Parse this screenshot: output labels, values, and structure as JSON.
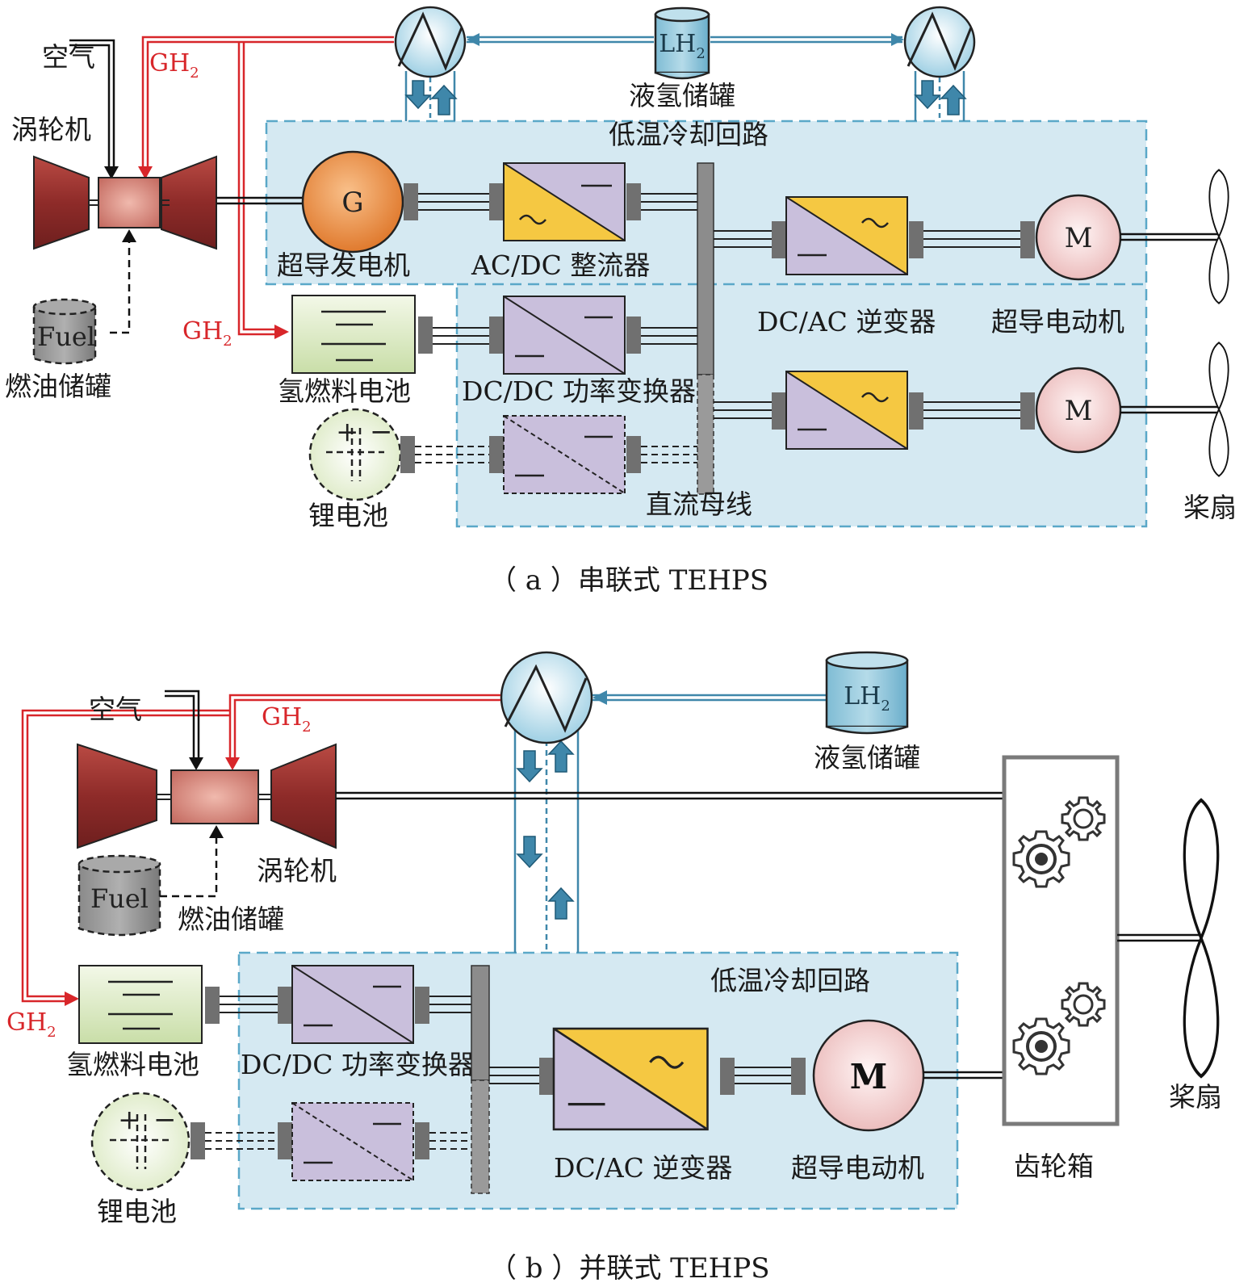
{
  "panel_a": {
    "caption": "（ a ）串联式 TEHPS",
    "air": "空气",
    "gh2_top": "GH",
    "gh2_mid": "GH",
    "sub2": "2",
    "turbine": "涡轮机",
    "fuel": "Fuel",
    "fuel_tank": "燃油储罐",
    "lh2": "LH",
    "lh2_tank": "液氢储罐",
    "cooling_loop": "低温冷却回路",
    "generator_symbol": "G",
    "sc_generator": "超导发电机",
    "acdc": "AC/DC 整流器",
    "dcac": "DC/AC 逆变器",
    "sc_motor": "超导电动机",
    "motor_symbol": "M",
    "fuel_cell": "氢燃料电池",
    "dcdc": "DC/DC 功率变换器",
    "li_battery": "锂电池",
    "dc_bus": "直流母线",
    "fan": "桨扇"
  },
  "panel_b": {
    "caption": "（ b ）并联式 TEHPS",
    "air": "空气",
    "gh2_top": "GH",
    "gh2_left": "GH",
    "sub2": "2",
    "turbine": "涡轮机",
    "fuel": "Fuel",
    "fuel_tank": "燃油储罐",
    "lh2": "LH",
    "lh2_tank": "液氢储罐",
    "cooling_loop": "低温冷却回路",
    "fuel_cell": "氢燃料电池",
    "dcdc": "DC/DC 功率变换器",
    "li_battery": "锂电池",
    "dcac": "DC/AC 逆变器",
    "sc_motor": "超导电动机",
    "motor_symbol": "M",
    "gearbox": "齿轮箱",
    "fan": "桨扇"
  },
  "colors": {
    "cooling_fill": "#d5e9f2",
    "cooling_border": "#5aa8c8",
    "hydrogen_red": "#d8262a",
    "coolant_blue": "#3f87aa",
    "turbine": "#9c2f2c",
    "generator": "#e88a3c",
    "converter_yellow": "#f5c842",
    "converter_purple": "#c9bfdc",
    "fuel_cell_green": "#dbe9c2",
    "motor_pink": "#f4d6d6",
    "connector_grey": "#707070"
  }
}
